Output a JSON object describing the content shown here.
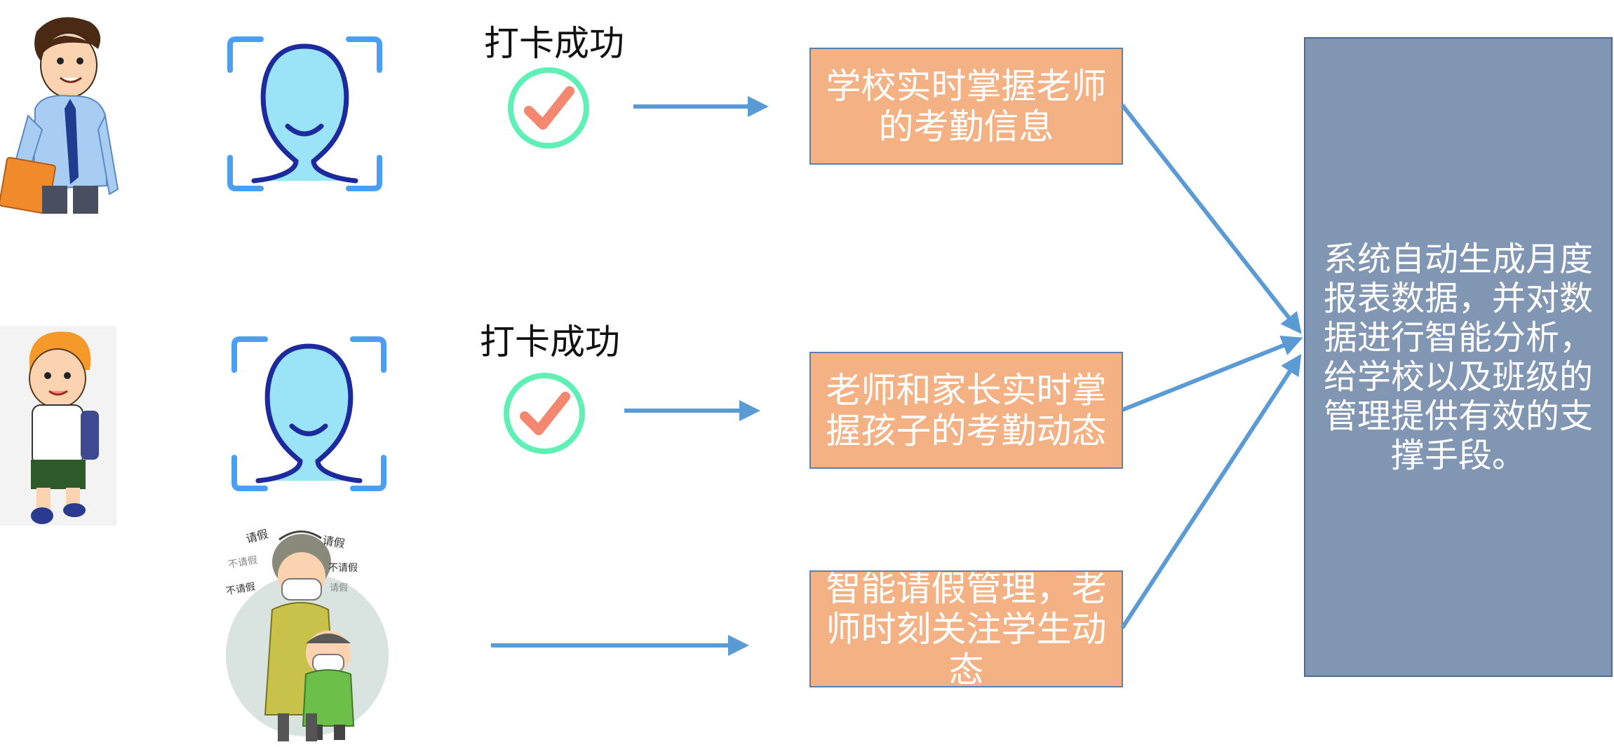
{
  "rows": [
    {
      "checkin_label": "打卡成功",
      "result_text": "学校实时掌握老师的考勤信息"
    },
    {
      "checkin_label": "打卡成功",
      "result_text": "老师和家长实时掌握孩子的考勤动态"
    },
    {
      "result_text": "智能请假管理，老师时刻关注学生动态"
    }
  ],
  "leave_labels": [
    "请假",
    "请假",
    "不请假",
    "不请假",
    "不请假",
    "请假"
  ],
  "summary_text": "系统自动生成月度报表数据，并对数据进行智能分析，给学校以及班级的管理提供有效的支撑手段。",
  "colors": {
    "arrow": "#5b9bd5",
    "box_fill": "#f4b183",
    "summary_fill": "#8096b3",
    "check_ring": "#5ef0b4",
    "check_mark": "#f4876f",
    "face_fill": "#9be3f7",
    "face_outline": "#1c2a9e",
    "frame_corner": "#4a9ef4"
  },
  "icons": [
    "teacher-figure",
    "face-scan-icon",
    "check-circle-icon",
    "student-figure",
    "parent-child-masked-figure"
  ]
}
